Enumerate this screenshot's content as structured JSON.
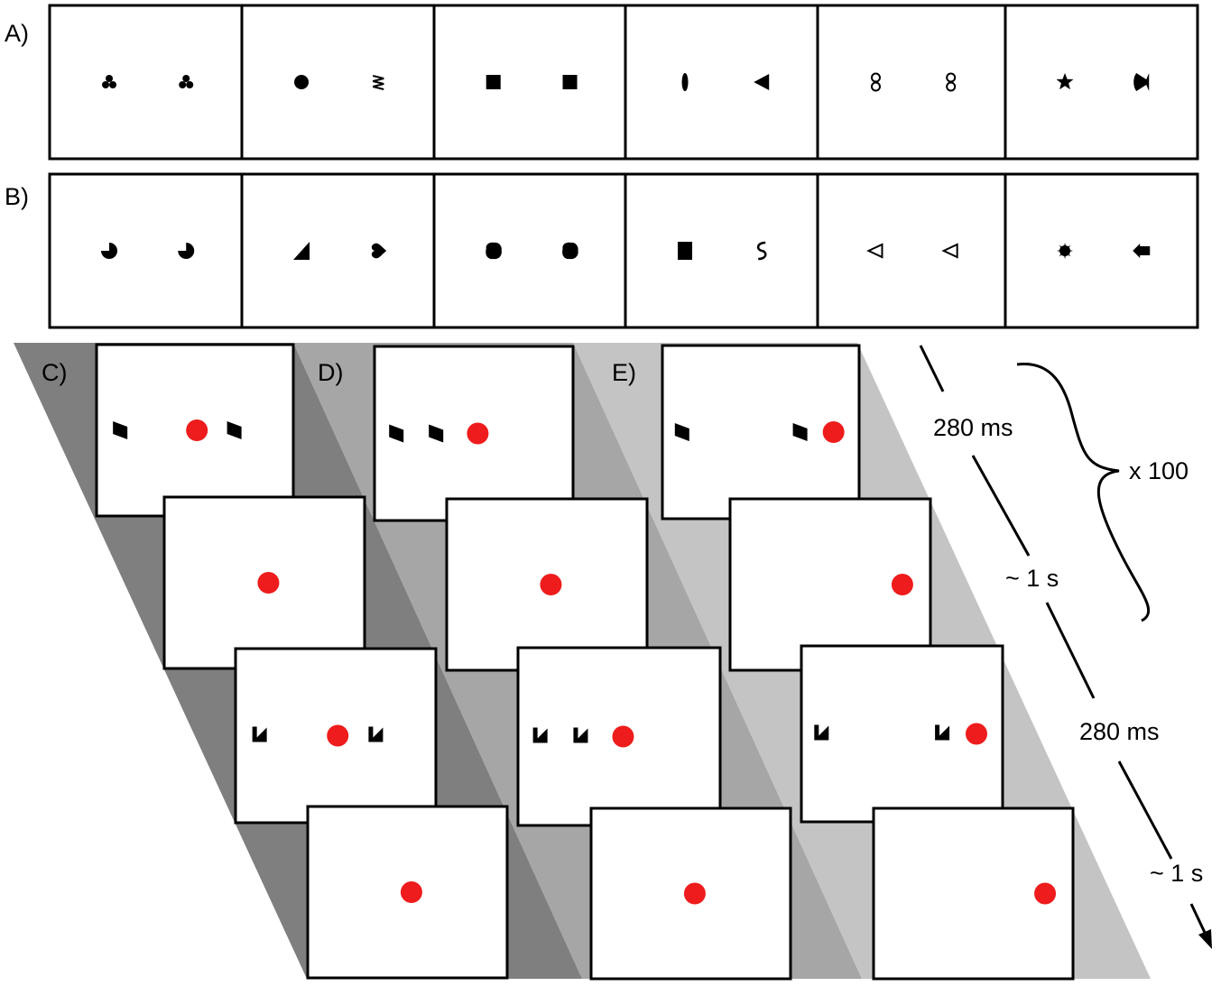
{
  "labels": {
    "a": "A)",
    "b": "B)",
    "c": "C)",
    "d": "D)",
    "e": "E)"
  },
  "timing": {
    "stim1": "280 ms",
    "isi1": "~ 1 s",
    "stim2": "280 ms",
    "isi2": "~ 1 s",
    "repeat": "x 100"
  },
  "panel_a_pairs": [
    [
      "club",
      "club"
    ],
    [
      "circle",
      "w-shape"
    ],
    [
      "square",
      "square"
    ],
    [
      "ellipse",
      "left-triangle"
    ],
    [
      "eight",
      "eight"
    ],
    [
      "star",
      "bowtie"
    ]
  ],
  "panel_b_pairs": [
    [
      "pacman",
      "pacman"
    ],
    [
      "right-triangle",
      "heart"
    ],
    [
      "blob",
      "blob"
    ],
    [
      "rectangle",
      "s-shape"
    ],
    [
      "open-triangle",
      "open-triangle"
    ],
    [
      "sunburst",
      "arrow-left"
    ]
  ],
  "conditions": [
    {
      "id": "C",
      "band_color": "#7f7f7f",
      "frames": [
        {
          "shape": "parallelogram",
          "dot": true,
          "arrangement": "flanking"
        },
        {
          "shape": "none",
          "dot": true,
          "arrangement": "center"
        },
        {
          "shape": "corner",
          "dot": true,
          "arrangement": "flanking"
        },
        {
          "shape": "none",
          "dot": true,
          "arrangement": "center"
        }
      ]
    },
    {
      "id": "D",
      "band_color": "#a6a6a6",
      "frames": [
        {
          "shape": "parallelogram",
          "dot": true,
          "arrangement": "left-adjacent"
        },
        {
          "shape": "none",
          "dot": true,
          "arrangement": "center"
        },
        {
          "shape": "corner",
          "dot": true,
          "arrangement": "left-adjacent"
        },
        {
          "shape": "none",
          "dot": true,
          "arrangement": "center"
        }
      ]
    },
    {
      "id": "E",
      "band_color": "#c4c4c4",
      "frames": [
        {
          "shape": "parallelogram",
          "dot": true,
          "arrangement": "spread-right"
        },
        {
          "shape": "none",
          "dot": true,
          "arrangement": "right"
        },
        {
          "shape": "corner",
          "dot": true,
          "arrangement": "spread-right"
        },
        {
          "shape": "none",
          "dot": true,
          "arrangement": "right"
        }
      ]
    }
  ],
  "colors": {
    "fixation_dot": "#ee1c1c",
    "stimulus": "#000000",
    "frame_border": "#000000"
  }
}
